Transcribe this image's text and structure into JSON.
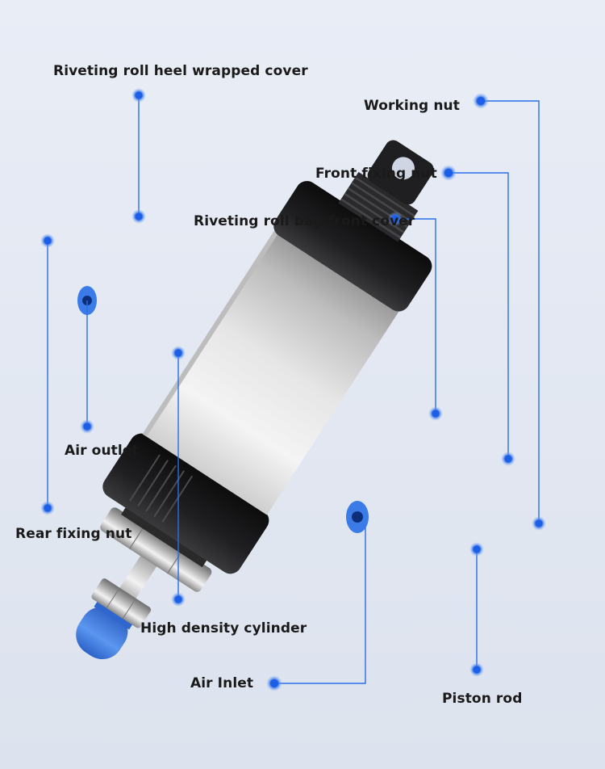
{
  "labels": {
    "riveting_roll_heel_wrapped_cover": "Riveting roll heel wrapped cover",
    "working_nut": "Working nut",
    "front_fixing_nut": "Front fixing nut",
    "riveting_roll_bag_front_cover": "Riveting roll bag front cover",
    "air_outlet": "Air outlet",
    "rear_fixing_nut": "Rear fixing nut",
    "high_density_cylinder": "High density cylinder",
    "air_inlet": "Air Inlet",
    "piston_rod": "Piston rod"
  },
  "colors": {
    "callout_blue": "#2a6ee8",
    "port_blue": "#3a7be8",
    "cap_blue": "#3d7ee6",
    "body_black": "#1c1c1e",
    "barrel_silver": "#e2e2e2"
  }
}
